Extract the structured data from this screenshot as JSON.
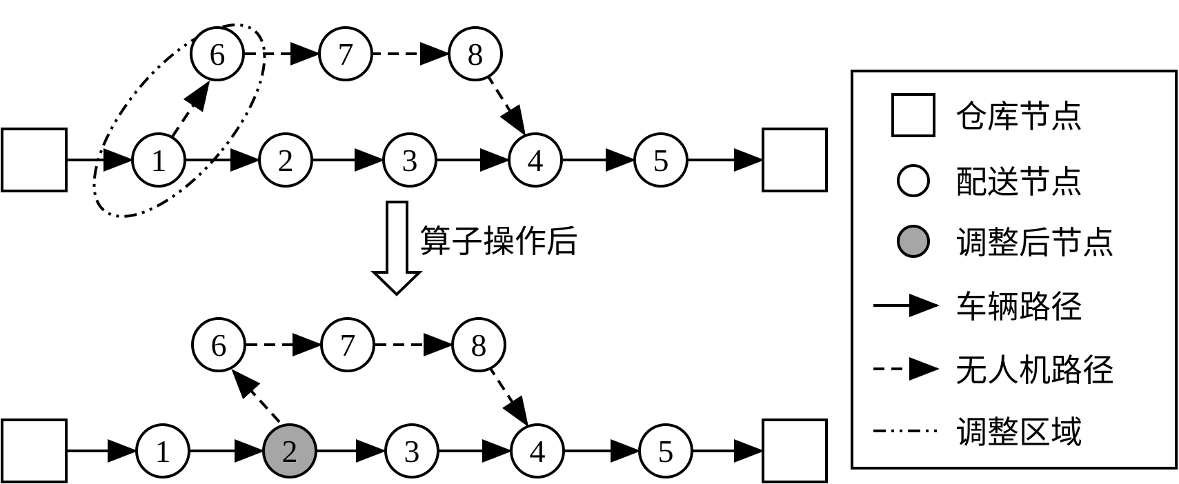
{
  "diagram": {
    "top_route": {
      "depot_start": "",
      "vehicle_nodes": [
        "1",
        "2",
        "3",
        "4",
        "5"
      ],
      "drone_nodes": [
        "6",
        "7",
        "8"
      ],
      "depot_end": ""
    },
    "operation_label": "算子操作后",
    "bottom_route": {
      "depot_start": "",
      "vehicle_nodes": [
        "1",
        "2",
        "3",
        "4",
        "5"
      ],
      "adjusted_node": "2",
      "drone_nodes": [
        "6",
        "7",
        "8"
      ],
      "depot_end": ""
    }
  },
  "legend": {
    "depot": "仓库节点",
    "delivery": "配送节点",
    "adjusted": "调整后节点",
    "vehicle_route": "车辆路径",
    "drone_route": "无人机路径",
    "adjust_region": "调整区域"
  },
  "colors": {
    "stroke": "#000000",
    "node_fill": "#ffffff",
    "adjusted_fill": "#a6a6a6"
  }
}
